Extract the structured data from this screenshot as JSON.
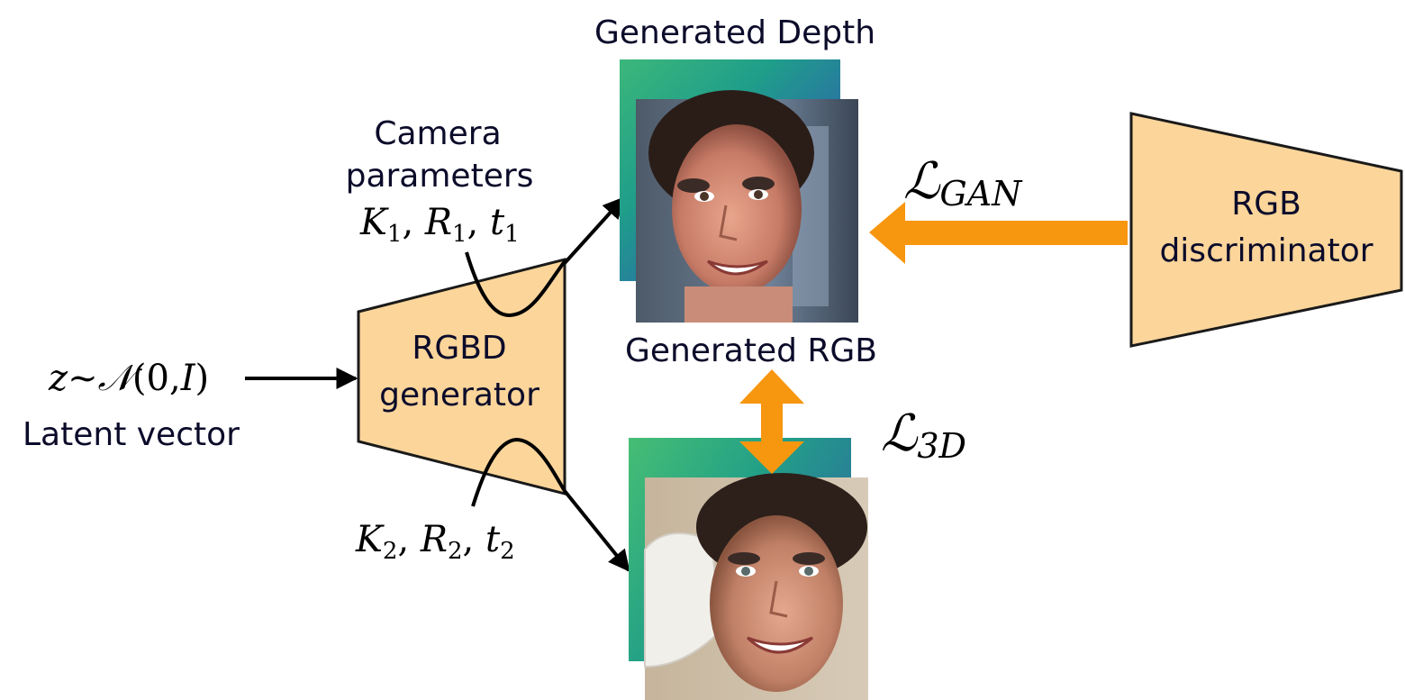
{
  "colors": {
    "block_fill": "#fbd59a",
    "block_stroke": "#1a1a1a",
    "loss_arrow": "#f7960f",
    "depth_map_gradient": [
      "#3cb77a",
      "#1f9e8a",
      "#2878a0",
      "#304f8e",
      "#22a385"
    ]
  },
  "input": {
    "z_var": "z",
    "tilde": "~",
    "normal": "𝒩",
    "normal_args": "(0,",
    "identity": "I",
    "close_paren": ")",
    "label": "Latent vector"
  },
  "generator": {
    "line1": "RGBD",
    "line2": "generator"
  },
  "camera1": {
    "caption_line1": "Camera",
    "caption_line2": "parameters",
    "params": [
      {
        "sym": "K",
        "sub": "1"
      },
      {
        "sym": "R",
        "sub": "1"
      },
      {
        "sym": "t",
        "sub": "1"
      }
    ]
  },
  "camera2": {
    "params": [
      {
        "sym": "K",
        "sub": "2"
      },
      {
        "sym": "R",
        "sub": "2"
      },
      {
        "sym": "t",
        "sub": "2"
      }
    ]
  },
  "outputs": {
    "depth_title": "Generated Depth",
    "rgb_title": "Generated RGB"
  },
  "losses": {
    "gan_symbol": "ℒ",
    "gan_sub": "GAN",
    "threed_symbol": "ℒ",
    "threed_sub": "3D"
  },
  "discriminator": {
    "line1": "RGB",
    "line2": "discriminator"
  }
}
